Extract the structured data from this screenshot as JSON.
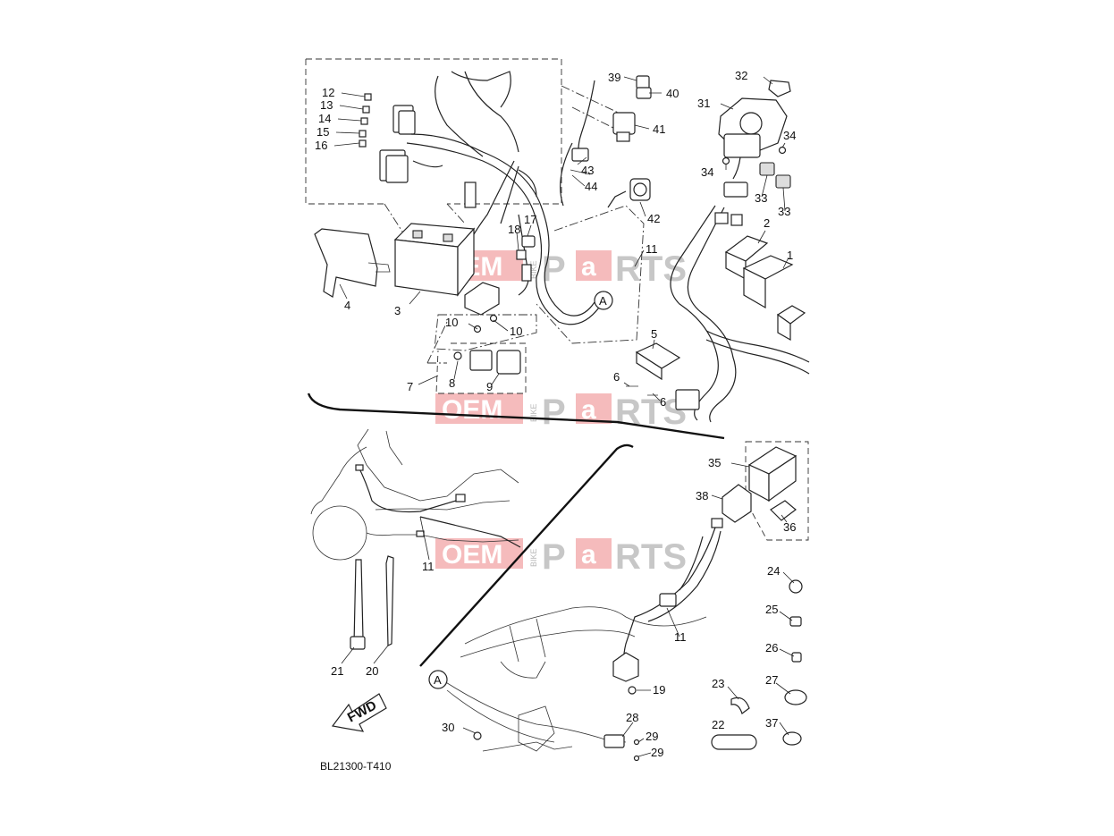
{
  "diagram_code": "BL21300-T410",
  "fwd_label": "FWD",
  "ref_marker": "A",
  "watermark": {
    "oem": "OEM",
    "bike": "BIKE",
    "p": "P",
    "a": "a",
    "rts": "RTS"
  },
  "callouts": [
    {
      "id": "12",
      "text": "12"
    },
    {
      "id": "13",
      "text": "13"
    },
    {
      "id": "14",
      "text": "14"
    },
    {
      "id": "15",
      "text": "15"
    },
    {
      "id": "16",
      "text": "16"
    },
    {
      "id": "39",
      "text": "39"
    },
    {
      "id": "40",
      "text": "40"
    },
    {
      "id": "41",
      "text": "41"
    },
    {
      "id": "43",
      "text": "43"
    },
    {
      "id": "44",
      "text": "44"
    },
    {
      "id": "42",
      "text": "42"
    },
    {
      "id": "32",
      "text": "32"
    },
    {
      "id": "31",
      "text": "31"
    },
    {
      "id": "34a",
      "text": "34"
    },
    {
      "id": "34b",
      "text": "34"
    },
    {
      "id": "33a",
      "text": "33"
    },
    {
      "id": "33b",
      "text": "33"
    },
    {
      "id": "2",
      "text": "2"
    },
    {
      "id": "1",
      "text": "1"
    },
    {
      "id": "17",
      "text": "17"
    },
    {
      "id": "18",
      "text": "18"
    },
    {
      "id": "11a",
      "text": "11"
    },
    {
      "id": "4",
      "text": "4"
    },
    {
      "id": "3",
      "text": "3"
    },
    {
      "id": "10a",
      "text": "10"
    },
    {
      "id": "10b",
      "text": "10"
    },
    {
      "id": "5",
      "text": "5"
    },
    {
      "id": "6a",
      "text": "6"
    },
    {
      "id": "6b",
      "text": "6"
    },
    {
      "id": "7",
      "text": "7"
    },
    {
      "id": "8",
      "text": "8"
    },
    {
      "id": "9",
      "text": "9"
    },
    {
      "id": "35",
      "text": "35"
    },
    {
      "id": "38",
      "text": "38"
    },
    {
      "id": "36",
      "text": "36"
    },
    {
      "id": "11b",
      "text": "11"
    },
    {
      "id": "24",
      "text": "24"
    },
    {
      "id": "25",
      "text": "25"
    },
    {
      "id": "26",
      "text": "26"
    },
    {
      "id": "27",
      "text": "27"
    },
    {
      "id": "23",
      "text": "23"
    },
    {
      "id": "22",
      "text": "22"
    },
    {
      "id": "37",
      "text": "37"
    },
    {
      "id": "11c",
      "text": "11"
    },
    {
      "id": "19",
      "text": "19"
    },
    {
      "id": "21",
      "text": "21"
    },
    {
      "id": "20",
      "text": "20"
    },
    {
      "id": "30",
      "text": "30"
    },
    {
      "id": "28",
      "text": "28"
    },
    {
      "id": "29a",
      "text": "29"
    },
    {
      "id": "29b",
      "text": "29"
    }
  ]
}
